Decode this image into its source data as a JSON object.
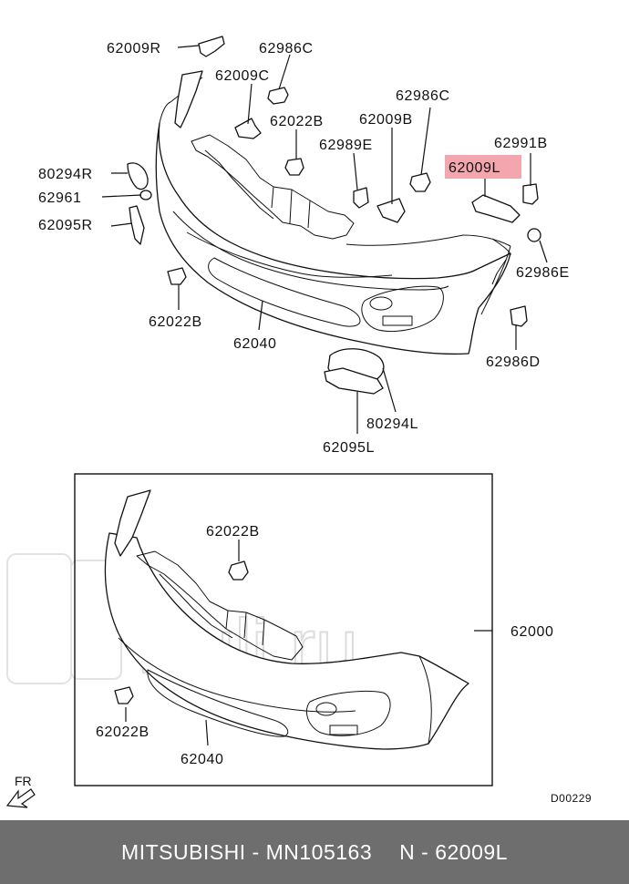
{
  "watermark": "Ruli.ru",
  "callouts": {
    "c62009R": "62009R",
    "c62986C_top": "62986C",
    "c62009C": "62009C",
    "c62986C_right": "62986C",
    "c62022B_top": "62022B",
    "c62009B": "62009B",
    "c62989E": "62989E",
    "c62991B": "62991B",
    "c62009L": "62009L",
    "c80294R": "80294R",
    "c62961": "62961",
    "c62095R": "62095R",
    "c62986E": "62986E",
    "c62022B_left": "62022B",
    "c62040_upper": "62040",
    "c62986D": "62986D",
    "c80294L": "80294L",
    "c62095L": "62095L",
    "c62022B_box_top": "62022B",
    "c62000": "62000",
    "c62022B_box_bottom": "62022B",
    "c62040_lower": "62040"
  },
  "highlight_color": "#f3a6ad",
  "front_indicator": "FR",
  "diagram_code": "D00229",
  "footer": {
    "brand": "MITSUBISHI - MN105163",
    "part": "N - 62009L"
  }
}
